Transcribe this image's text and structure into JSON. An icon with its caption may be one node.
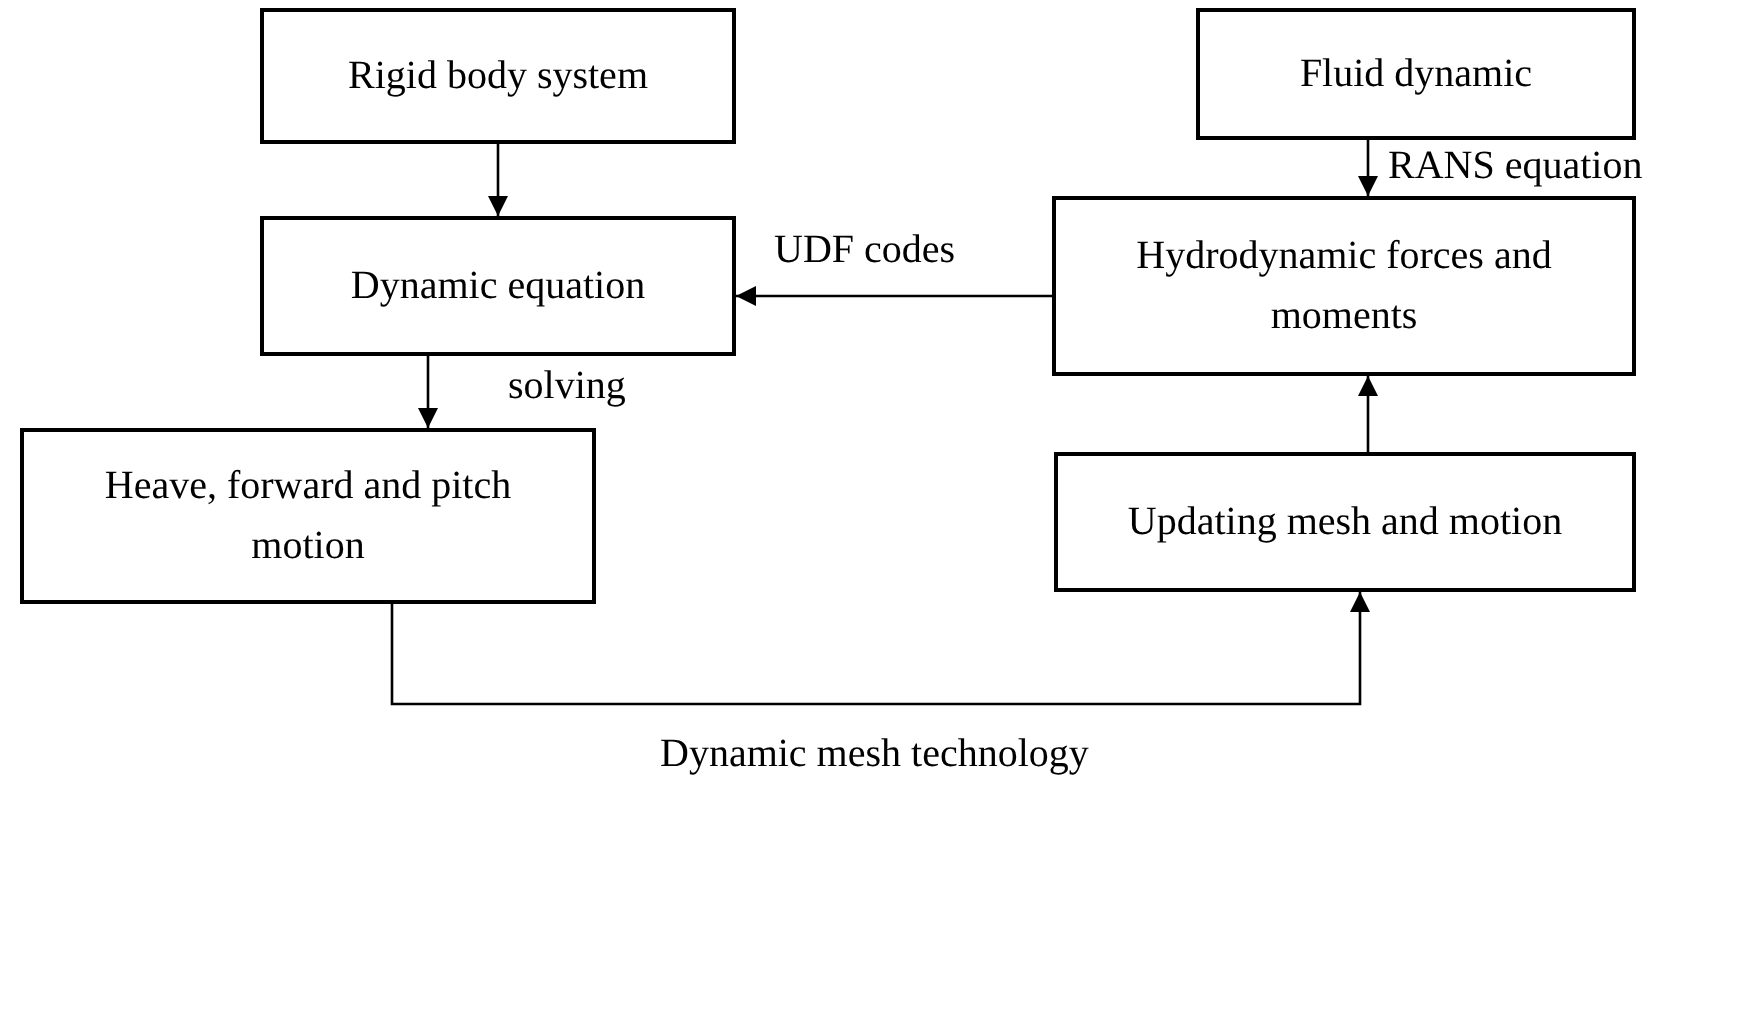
{
  "diagram": {
    "nodes": [
      {
        "text": [
          "Rigid body system"
        ]
      },
      {
        "text": [
          "Fluid dynamic"
        ]
      },
      {
        "text": [
          "Dynamic equation"
        ]
      },
      {
        "text": [
          "Hydrodynamic forces and moments"
        ]
      },
      {
        "text": [
          "Heave, forward and pitch motion"
        ]
      },
      {
        "text": [
          "Updating mesh and motion"
        ]
      }
    ],
    "edges": [
      {
        "from": 0,
        "to": 2,
        "arrow": "to"
      },
      {
        "from": 1,
        "to": 3,
        "arrow": "to",
        "label": "RANS equation"
      },
      {
        "from": 3,
        "to": 2,
        "arrow": "to",
        "label": "UDF codes"
      },
      {
        "from": 2,
        "to": 4,
        "arrow": "to",
        "label": "solving"
      },
      {
        "from": 4,
        "to": 5,
        "arrow": "to",
        "label": "Dynamic mesh technology"
      },
      {
        "from": 5,
        "to": 3,
        "arrow": "to"
      }
    ]
  }
}
